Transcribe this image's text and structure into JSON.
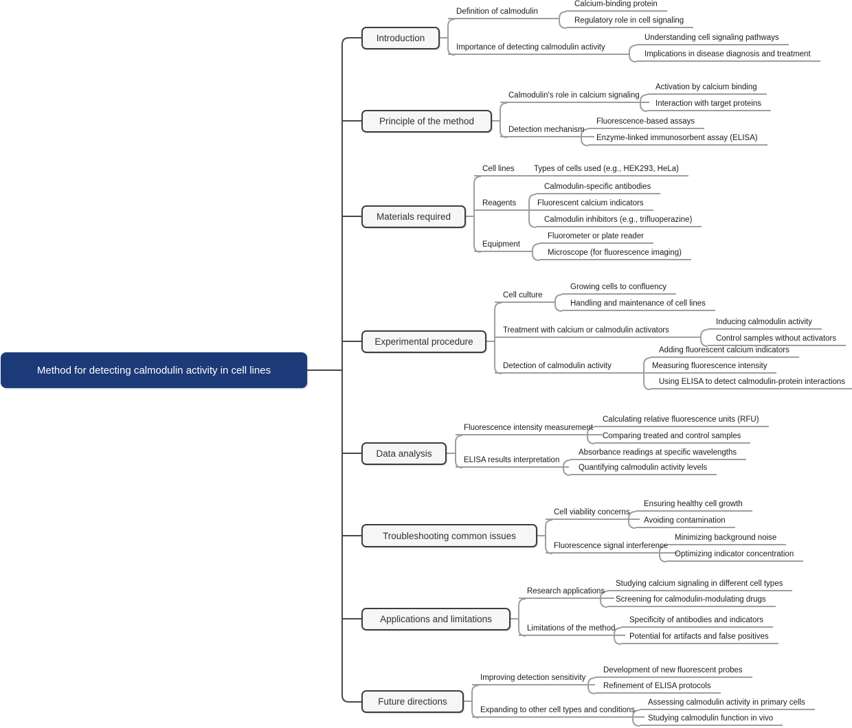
{
  "colors": {
    "root_bg": "#1c3a78",
    "root_text": "#ffffff",
    "branch_fill": "#f6f6f6",
    "branch_border": "#3d3d3d",
    "connector_dark": "#474747",
    "connector_light": "#9e9e9e"
  },
  "root": {
    "label": "Method for detecting calmodulin activity in cell lines"
  },
  "branches": [
    {
      "label": "Introduction",
      "children": [
        {
          "label": "Definition of calmodulin",
          "children": [
            {
              "label": "Calcium-binding protein"
            },
            {
              "label": "Regulatory role in cell signaling"
            }
          ]
        },
        {
          "label": "Importance of detecting calmodulin activity",
          "children": [
            {
              "label": "Understanding cell signaling pathways"
            },
            {
              "label": "Implications in disease diagnosis and treatment"
            }
          ]
        }
      ]
    },
    {
      "label": "Principle of the method",
      "children": [
        {
          "label": "Calmodulin's role in calcium signaling",
          "children": [
            {
              "label": "Activation by calcium binding"
            },
            {
              "label": "Interaction with target proteins"
            }
          ]
        },
        {
          "label": "Detection mechanism",
          "children": [
            {
              "label": "Fluorescence-based assays"
            },
            {
              "label": "Enzyme-linked immunosorbent assay (ELISA)"
            }
          ]
        }
      ]
    },
    {
      "label": "Materials required",
      "children": [
        {
          "label": "Cell lines",
          "children": [
            {
              "label": "Types of cells used (e.g., HEK293, HeLa)"
            }
          ]
        },
        {
          "label": "Reagents",
          "children": [
            {
              "label": "Calmodulin-specific antibodies"
            },
            {
              "label": "Fluorescent calcium indicators"
            },
            {
              "label": "Calmodulin inhibitors (e.g., trifluoperazine)"
            }
          ]
        },
        {
          "label": "Equipment",
          "children": [
            {
              "label": "Fluorometer or plate reader"
            },
            {
              "label": "Microscope (for fluorescence imaging)"
            }
          ]
        }
      ]
    },
    {
      "label": "Experimental procedure",
      "children": [
        {
          "label": "Cell culture",
          "children": [
            {
              "label": "Growing cells to confluency"
            },
            {
              "label": "Handling and maintenance of cell lines"
            }
          ]
        },
        {
          "label": "Treatment with calcium or calmodulin activators",
          "children": [
            {
              "label": "Inducing calmodulin activity"
            },
            {
              "label": "Control samples without activators"
            }
          ]
        },
        {
          "label": "Detection of calmodulin activity",
          "children": [
            {
              "label": "Adding fluorescent calcium indicators"
            },
            {
              "label": "Measuring fluorescence intensity"
            },
            {
              "label": "Using ELISA to detect calmodulin-protein interactions"
            }
          ]
        }
      ]
    },
    {
      "label": "Data analysis",
      "children": [
        {
          "label": "Fluorescence intensity measurement",
          "children": [
            {
              "label": "Calculating relative fluorescence units (RFU)"
            },
            {
              "label": "Comparing treated and control samples"
            }
          ]
        },
        {
          "label": "ELISA results interpretation",
          "children": [
            {
              "label": "Absorbance readings at specific wavelengths"
            },
            {
              "label": "Quantifying calmodulin activity levels"
            }
          ]
        }
      ]
    },
    {
      "label": "Troubleshooting common issues",
      "children": [
        {
          "label": "Cell viability concerns",
          "children": [
            {
              "label": "Ensuring healthy cell growth"
            },
            {
              "label": "Avoiding contamination"
            }
          ]
        },
        {
          "label": "Fluorescence signal interference",
          "children": [
            {
              "label": "Minimizing background noise"
            },
            {
              "label": "Optimizing indicator concentration"
            }
          ]
        }
      ]
    },
    {
      "label": "Applications and limitations",
      "children": [
        {
          "label": "Research applications",
          "children": [
            {
              "label": "Studying calcium signaling in different cell types"
            },
            {
              "label": "Screening for calmodulin-modulating drugs"
            }
          ]
        },
        {
          "label": "Limitations of the method",
          "children": [
            {
              "label": "Specificity of antibodies and indicators"
            },
            {
              "label": "Potential for artifacts and false positives"
            }
          ]
        }
      ]
    },
    {
      "label": "Future directions",
      "children": [
        {
          "label": "Improving detection sensitivity",
          "children": [
            {
              "label": "Development of new fluorescent probes"
            },
            {
              "label": "Refinement of ELISA protocols"
            }
          ]
        },
        {
          "label": "Expanding to other cell types and conditions",
          "children": [
            {
              "label": "Assessing calmodulin activity in primary cells"
            },
            {
              "label": "Studying calmodulin function in vivo"
            }
          ]
        }
      ]
    }
  ]
}
